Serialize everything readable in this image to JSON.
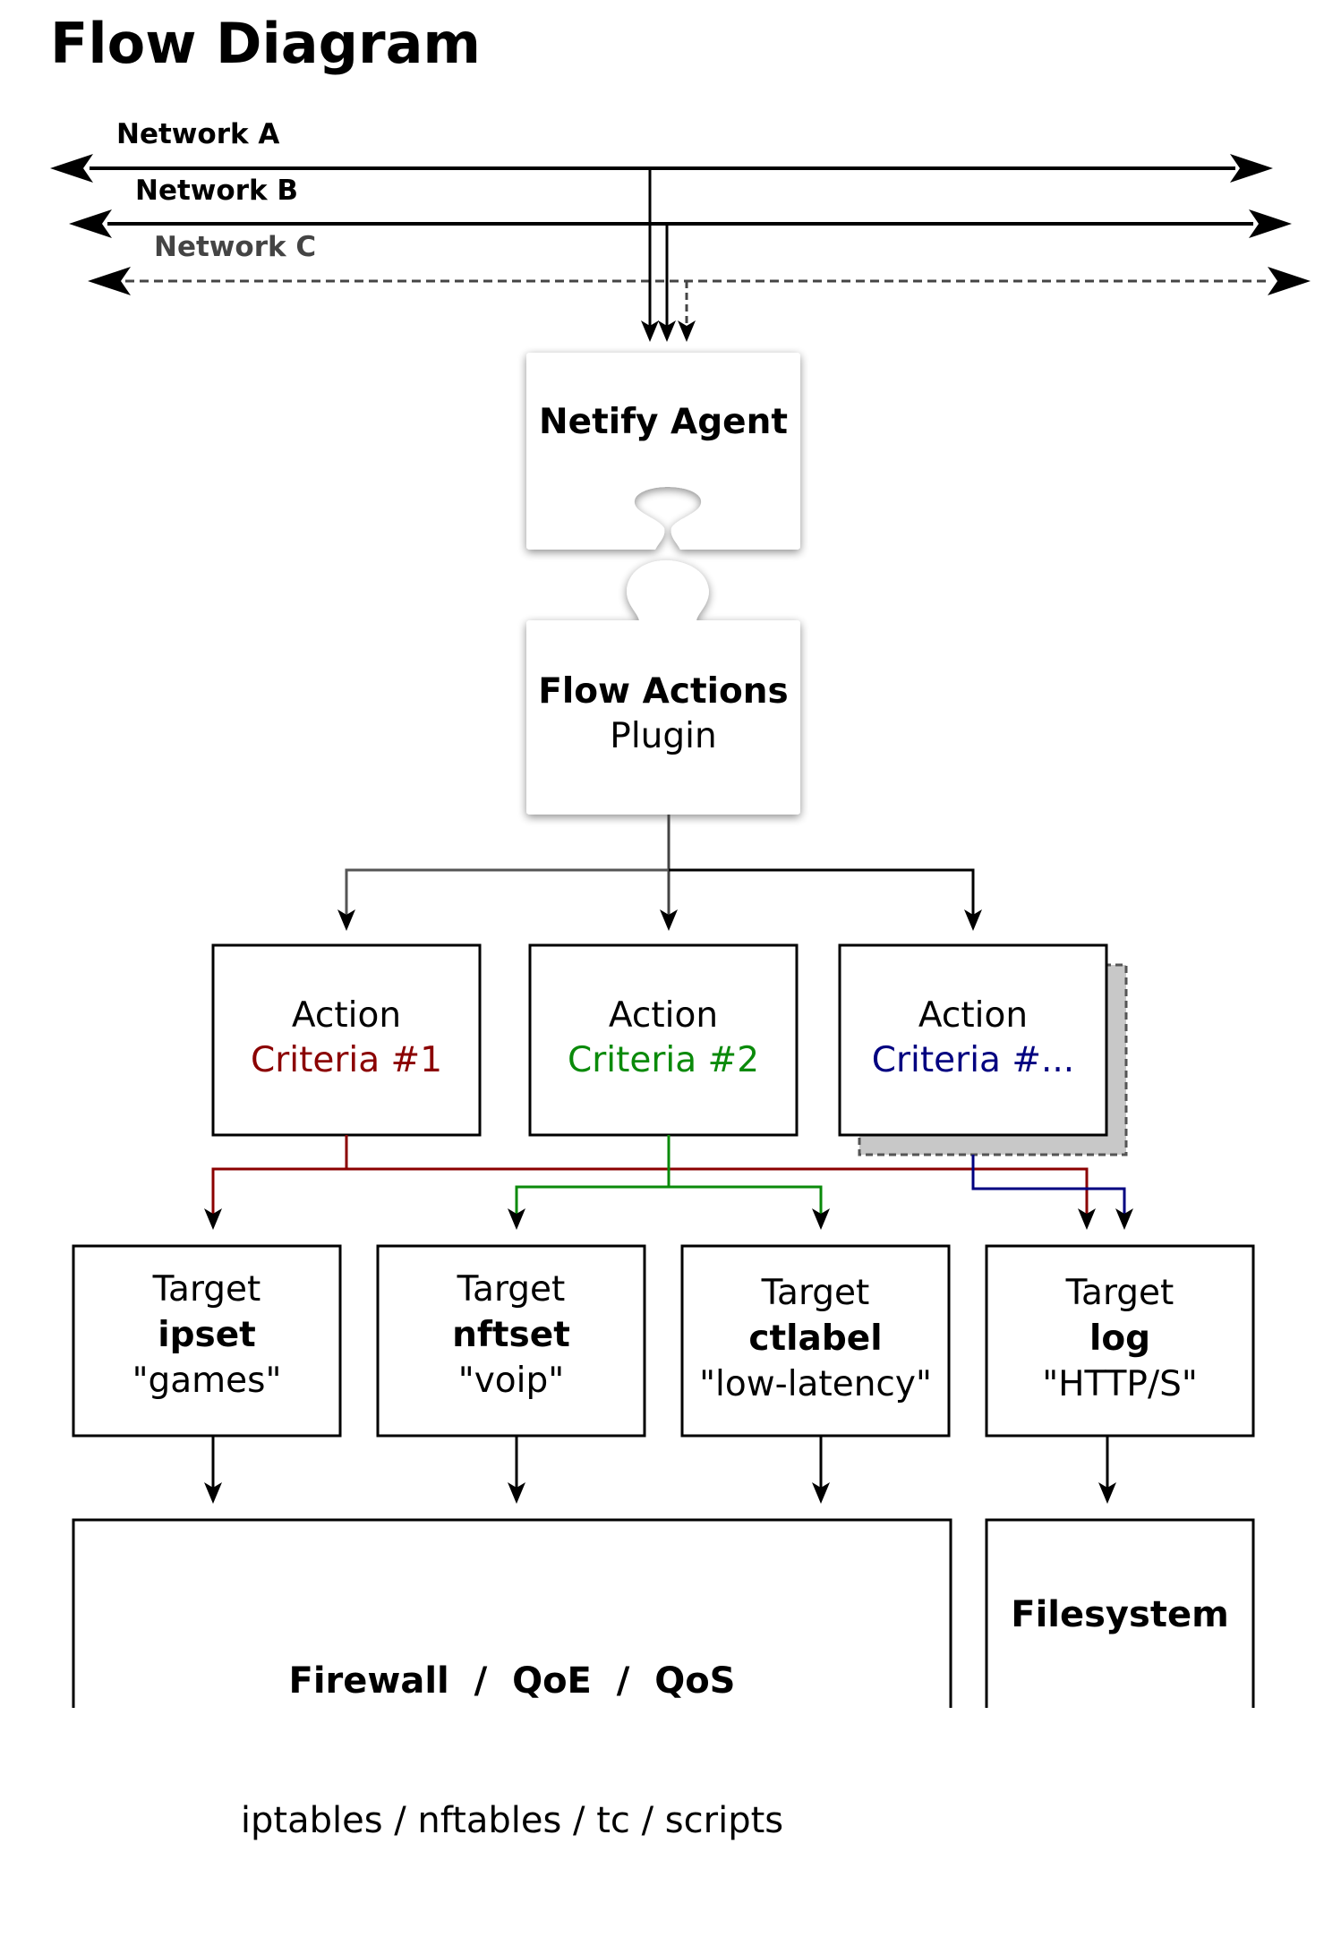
{
  "title": "Flow Diagram",
  "networks": [
    {
      "label": "Network A",
      "style": "solid",
      "color": "#000000"
    },
    {
      "label": "Network B",
      "style": "solid",
      "color": "#000000"
    },
    {
      "label": "Network C",
      "style": "dashed",
      "color": "#444444"
    }
  ],
  "agent": {
    "title": "Netify Agent"
  },
  "plugin": {
    "title": "Flow Actions",
    "subtitle": "Plugin"
  },
  "actions": [
    {
      "line1": "Action",
      "line2": "Criteria #1",
      "color": "#8b0000"
    },
    {
      "line1": "Action",
      "line2": "Criteria #2",
      "color": "#0a8a0a"
    },
    {
      "line1": "Action",
      "line2": "Criteria #...",
      "color": "#000080"
    }
  ],
  "targets": [
    {
      "line1": "Target",
      "line2": "ipset",
      "line3": "\"games\""
    },
    {
      "line1": "Target",
      "line2": "nftset",
      "line3": "\"voip\""
    },
    {
      "line1": "Target",
      "line2": "ctlabel",
      "line3": "\"low-latency\""
    },
    {
      "line1": "Target",
      "line2": "log",
      "line3": "\"HTTP/S\""
    }
  ],
  "sinks": {
    "firewall": {
      "title": "Firewall  /  QoE  /  QoS",
      "subtitle": "iptables / nftables / tc / scripts"
    },
    "filesystem": {
      "title": "Filesystem"
    }
  }
}
